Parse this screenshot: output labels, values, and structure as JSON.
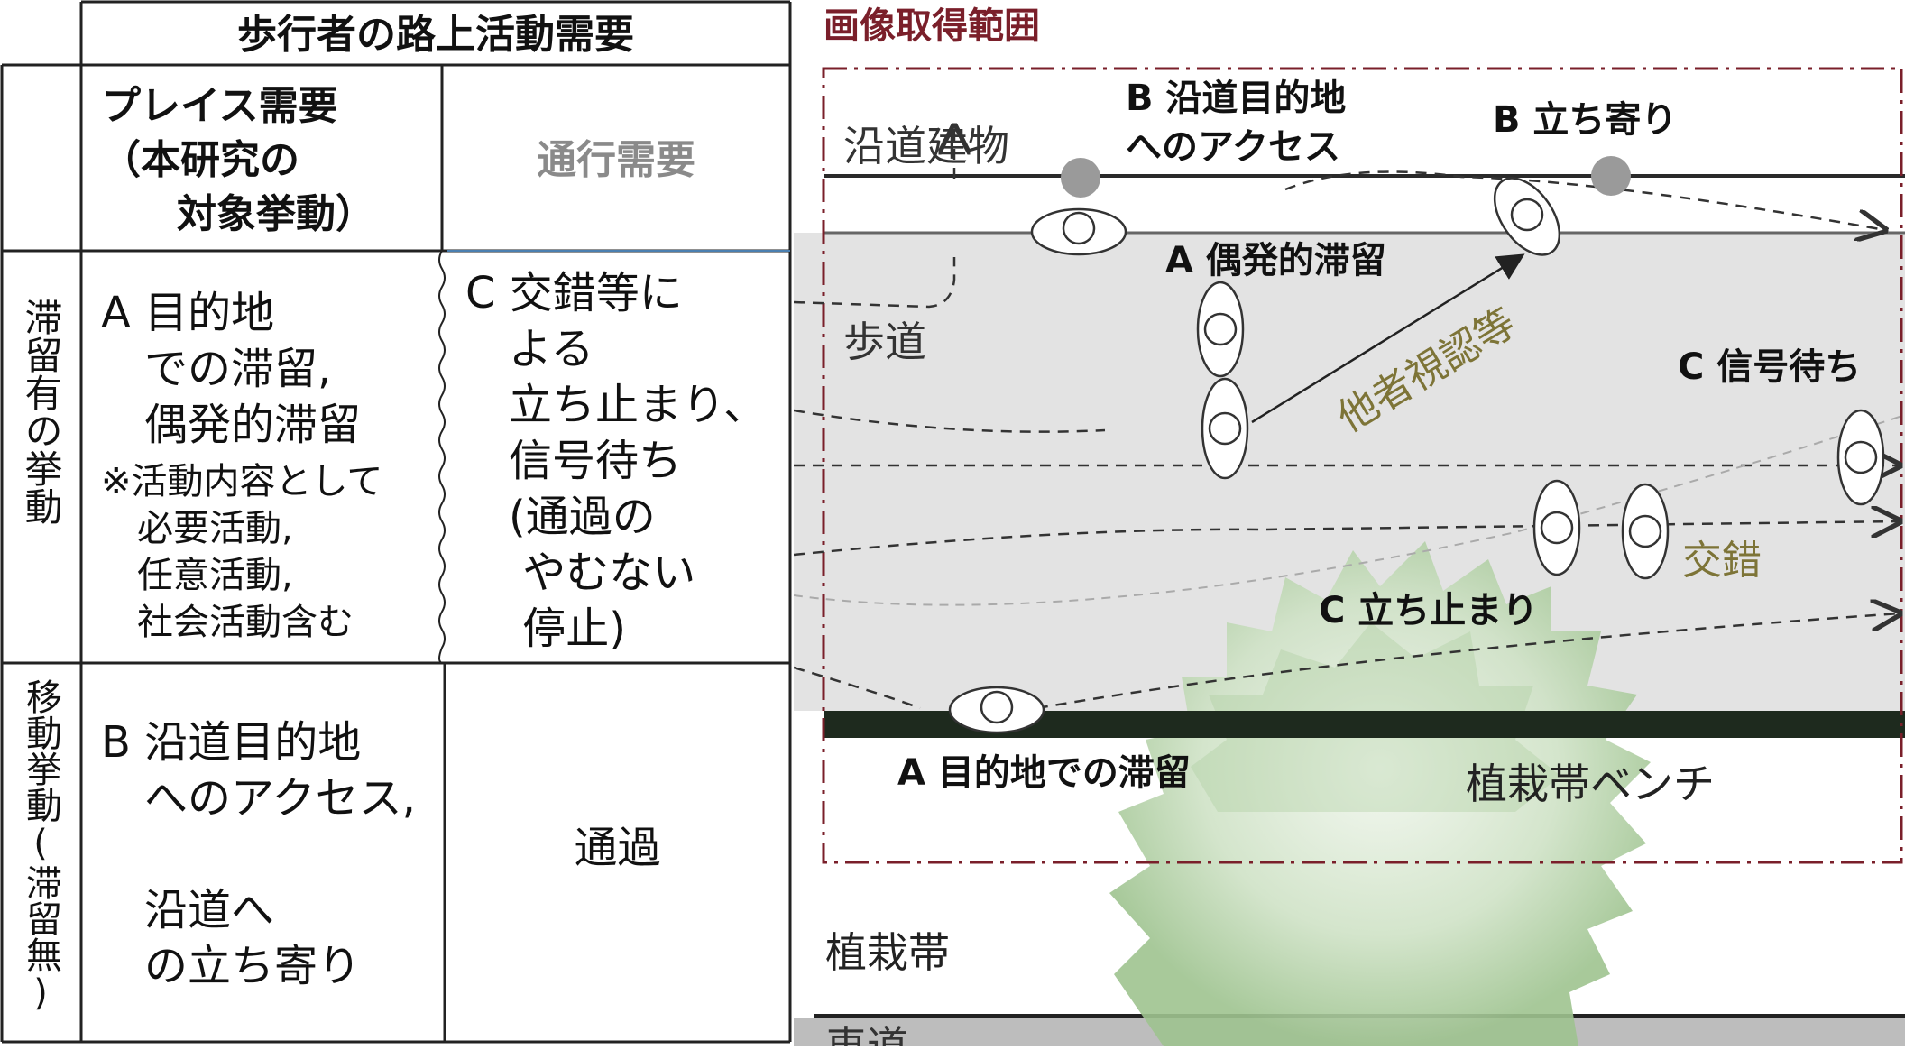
{
  "table": {
    "header": "歩行者の路上活動需要",
    "col_place": [
      "プレイス需要",
      "（本研究の",
      "　対象挙動）"
    ],
    "col_passage": "通行需要",
    "row_stay": "滞留有の挙動",
    "row_move": "移動挙動(滞留無)",
    "cell_A": [
      "A 目的地",
      "　での滞留,",
      "　偶発的滞留"
    ],
    "cell_A_note": [
      "※活動内容として",
      "　必要活動,",
      "　任意活動,",
      "　社会活動含む"
    ],
    "cell_C": [
      "C 交錯等に",
      "　よる",
      "　立ち止まり、",
      "　信号待ち",
      "　(通過の",
      "　 やむない",
      "　 停止)"
    ],
    "cell_B": [
      "B 沿道目的地",
      "　へのアクセス,",
      "",
      "　沿道へ",
      "　の立ち寄り"
    ],
    "cell_pass": "通過"
  },
  "figure": {
    "range_label": "画像取得範囲",
    "roadside_building": "沿道建物",
    "sidewalk": "歩道",
    "planting_strip": "植栽帯",
    "roadway": "車道",
    "b_access": [
      "B 沿道目的地",
      "へのアクセス"
    ],
    "b_stopby": "B 立ち寄り",
    "a_incidental": "A 偶発的滞留",
    "visual_recognition": "他者視認等",
    "c_signal": "C 信号待ち",
    "crossing": "交錯",
    "c_stop": "C 立ち止まり",
    "a_destination": "A  目的地での滞留",
    "bench": "植栽帯ベンチ",
    "colors": {
      "range": "#7a1f2a",
      "olive": "#7d7437",
      "sidewalk": "#e3e3e3",
      "curb": "#1e2a1e",
      "tree": "#9ec38f"
    }
  }
}
